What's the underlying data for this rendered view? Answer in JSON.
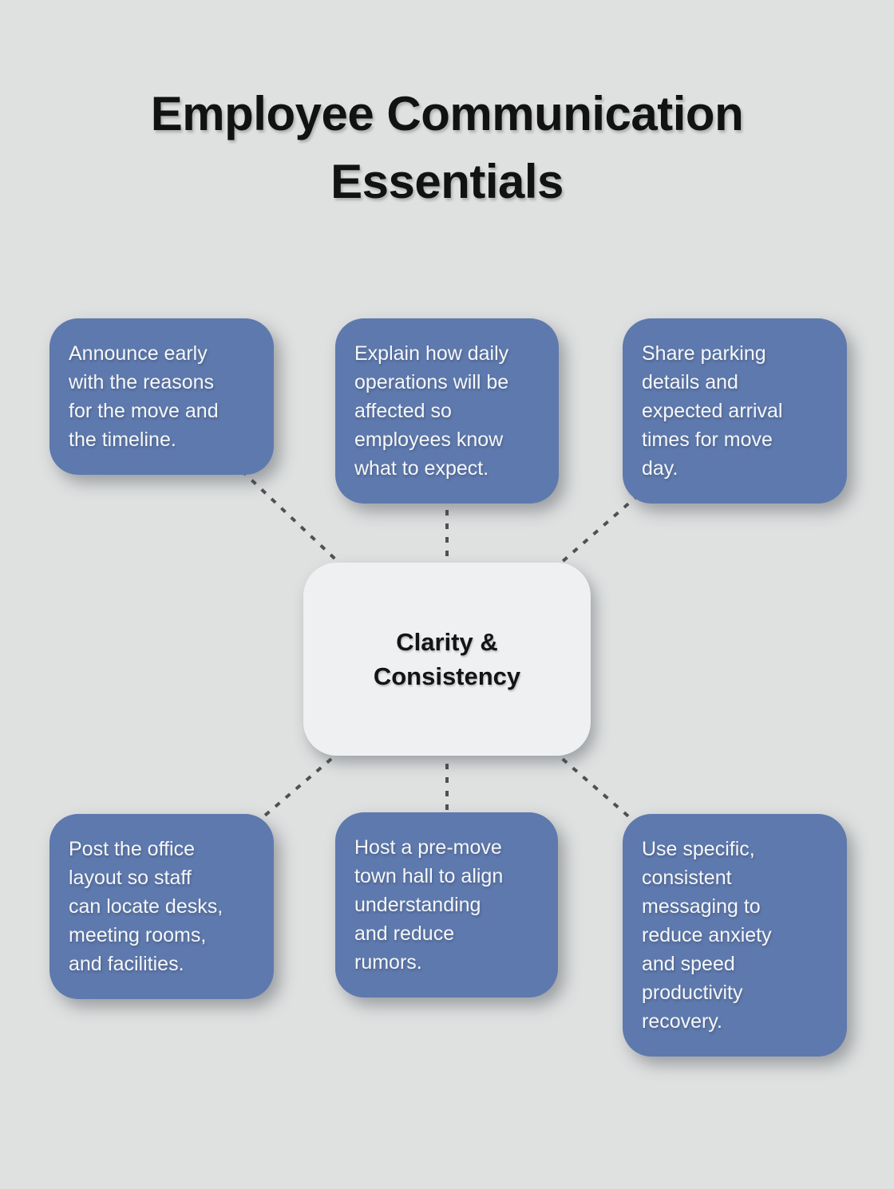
{
  "title": "Employee Communication\nEssentials",
  "center_node": {
    "label": "Clarity &\nConsistency"
  },
  "nodes": [
    {
      "id": "announce-early",
      "text": "Announce early\nwith the reasons\nfor the move and\nthe timeline."
    },
    {
      "id": "explain-operations",
      "text": "Explain how daily\noperations will be\naffected so\nemployees know\nwhat to expect."
    },
    {
      "id": "share-parking",
      "text": "Share parking\ndetails and\nexpected arrival\ntimes for move\nday."
    },
    {
      "id": "post-office-layout",
      "text": "Post the office\nlayout so staff\ncan locate desks,\nmeeting rooms,\nand facilities."
    },
    {
      "id": "pre-move-town-hall",
      "text": "Host a pre-move\ntown hall to align\nunderstanding\nand reduce\nrumors."
    },
    {
      "id": "consistent-messaging",
      "text": "Use specific,\nconsistent\nmessaging to\nreduce anxiety\nand speed\nproductivity\nrecovery."
    }
  ],
  "colors": {
    "bg": "#dfe1e1",
    "node": "#5e79ad",
    "node_text": "#f5f7f9",
    "center_bg": "#eff0f2",
    "center_text": "#141414",
    "title_text": "#121212",
    "connector": "#4e5154"
  }
}
